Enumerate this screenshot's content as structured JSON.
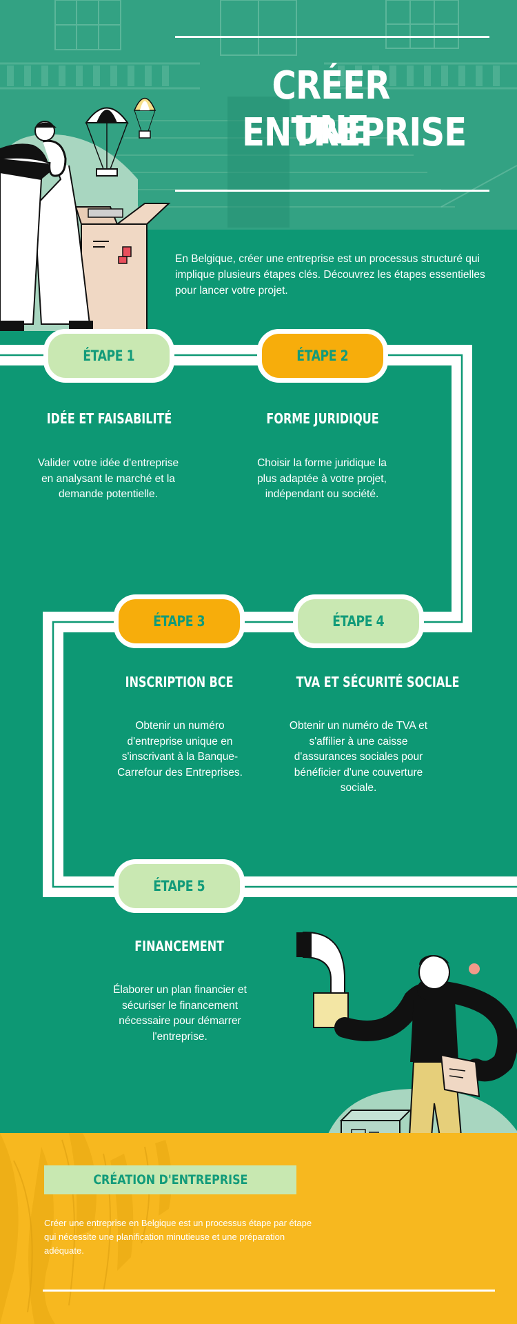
{
  "header": {
    "title_line1": "CRÉER UNE",
    "title_line2": "ENTREPRISE"
  },
  "intro": "En Belgique, créer une entreprise est un processus structuré qui implique plusieurs étapes clés.  Découvrez les étapes essentielles pour lancer votre projet.",
  "steps": [
    {
      "label": "ÉTAPE 1",
      "title": "IDÉE ET FAISABILITÉ",
      "description": "Valider votre idée d'entreprise en analysant le marché et la demande potentielle.",
      "pill_color": "#c9e8b2"
    },
    {
      "label": "ÉTAPE 2",
      "title": "FORME JURIDIQUE",
      "description": "Choisir la forme juridique la plus adaptée à votre projet, indépendant ou société.",
      "pill_color": "#f7ad0b"
    },
    {
      "label": "ÉTAPE 3",
      "title": "INSCRIPTION BCE",
      "description": "Obtenir un numéro d'entreprise unique en s'inscrivant à la Banque-Carrefour des Entreprises.",
      "pill_color": "#f7ad0b"
    },
    {
      "label": "ÉTAPE 4",
      "title": "TVA ET SÉCURITÉ SOCIALE",
      "description": "Obtenir un numéro de TVA et s'affilier à une caisse d'assurances sociales pour bénéficier d'une couverture sociale.",
      "pill_color": "#c9e8b2"
    },
    {
      "label": "ÉTAPE 5",
      "title": "FINANCEMENT",
      "description": "Élaborer un plan financier et sécuriser le financement nécessaire pour démarrer l'entreprise.",
      "pill_color": "#c9e8b2"
    }
  ],
  "footer": {
    "label": "CRÉATION D'ENTREPRISE",
    "text": "Créer une entreprise en Belgique est un processus étape par étape qui nécessite une planification minutieuse et une préparation adéquate."
  },
  "colors": {
    "background": "#0d9874",
    "accent_yellow": "#f7ad0b",
    "accent_green": "#c9e8b2",
    "footer_yellow": "#f7b81f",
    "text": "#ffffff"
  },
  "icons": [
    "parachute-icon",
    "box-icon",
    "person-thinking-icon",
    "person-with-box-icon"
  ]
}
